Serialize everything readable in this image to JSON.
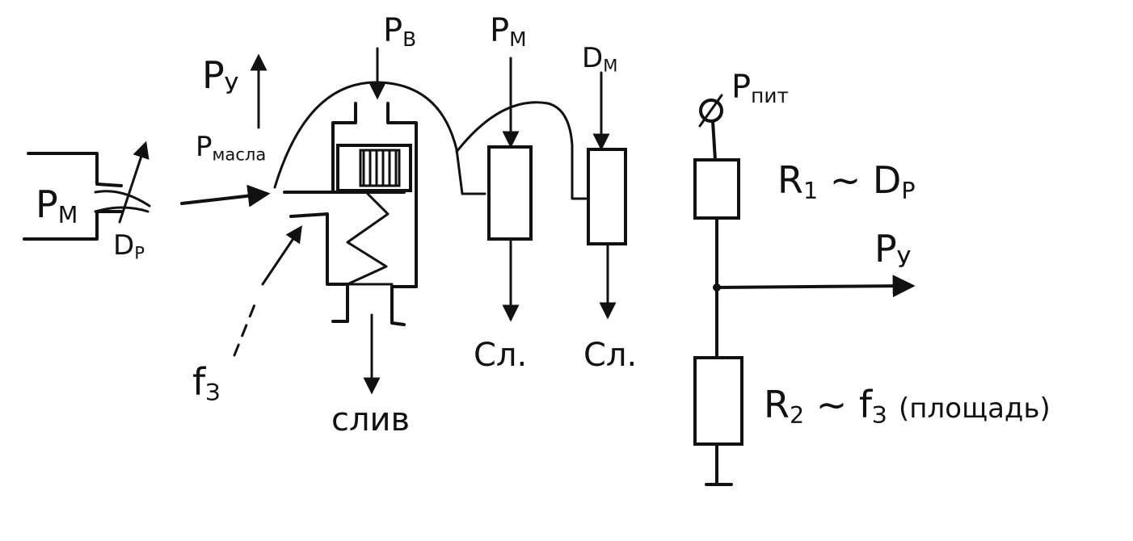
{
  "labels": {
    "pm_left": {
      "main": "P",
      "sub": "М"
    },
    "dr_left": {
      "main": "D",
      "sub": "Р"
    },
    "py_top": {
      "main": "P",
      "sub": "У"
    },
    "pmasla": {
      "main": "P",
      "sub": "масла"
    },
    "pv": {
      "main": "P",
      "sub": "В"
    },
    "pm_mid": {
      "main": "P",
      "sub": "М"
    },
    "dm": {
      "main": "D",
      "sub": "М"
    },
    "f3_left": {
      "main": "f",
      "sub": "З"
    },
    "sliv": "слив",
    "cl1": "Сл.",
    "cl2": "Сл.",
    "ppit": {
      "main": "P",
      "sub": "пит"
    },
    "r1": {
      "main": "R",
      "sub": "1",
      "rel": "~",
      "rhs_main": "D",
      "rhs_sub": "Р"
    },
    "py_right": {
      "main": "P",
      "sub": "У"
    },
    "r2": {
      "main": "R",
      "sub": "2",
      "rel": "~",
      "rhs_main": "f",
      "rhs_sub": "З",
      "note": "(площадь)"
    }
  },
  "colors": {
    "ink": "#111111",
    "paper": "#ffffff"
  }
}
